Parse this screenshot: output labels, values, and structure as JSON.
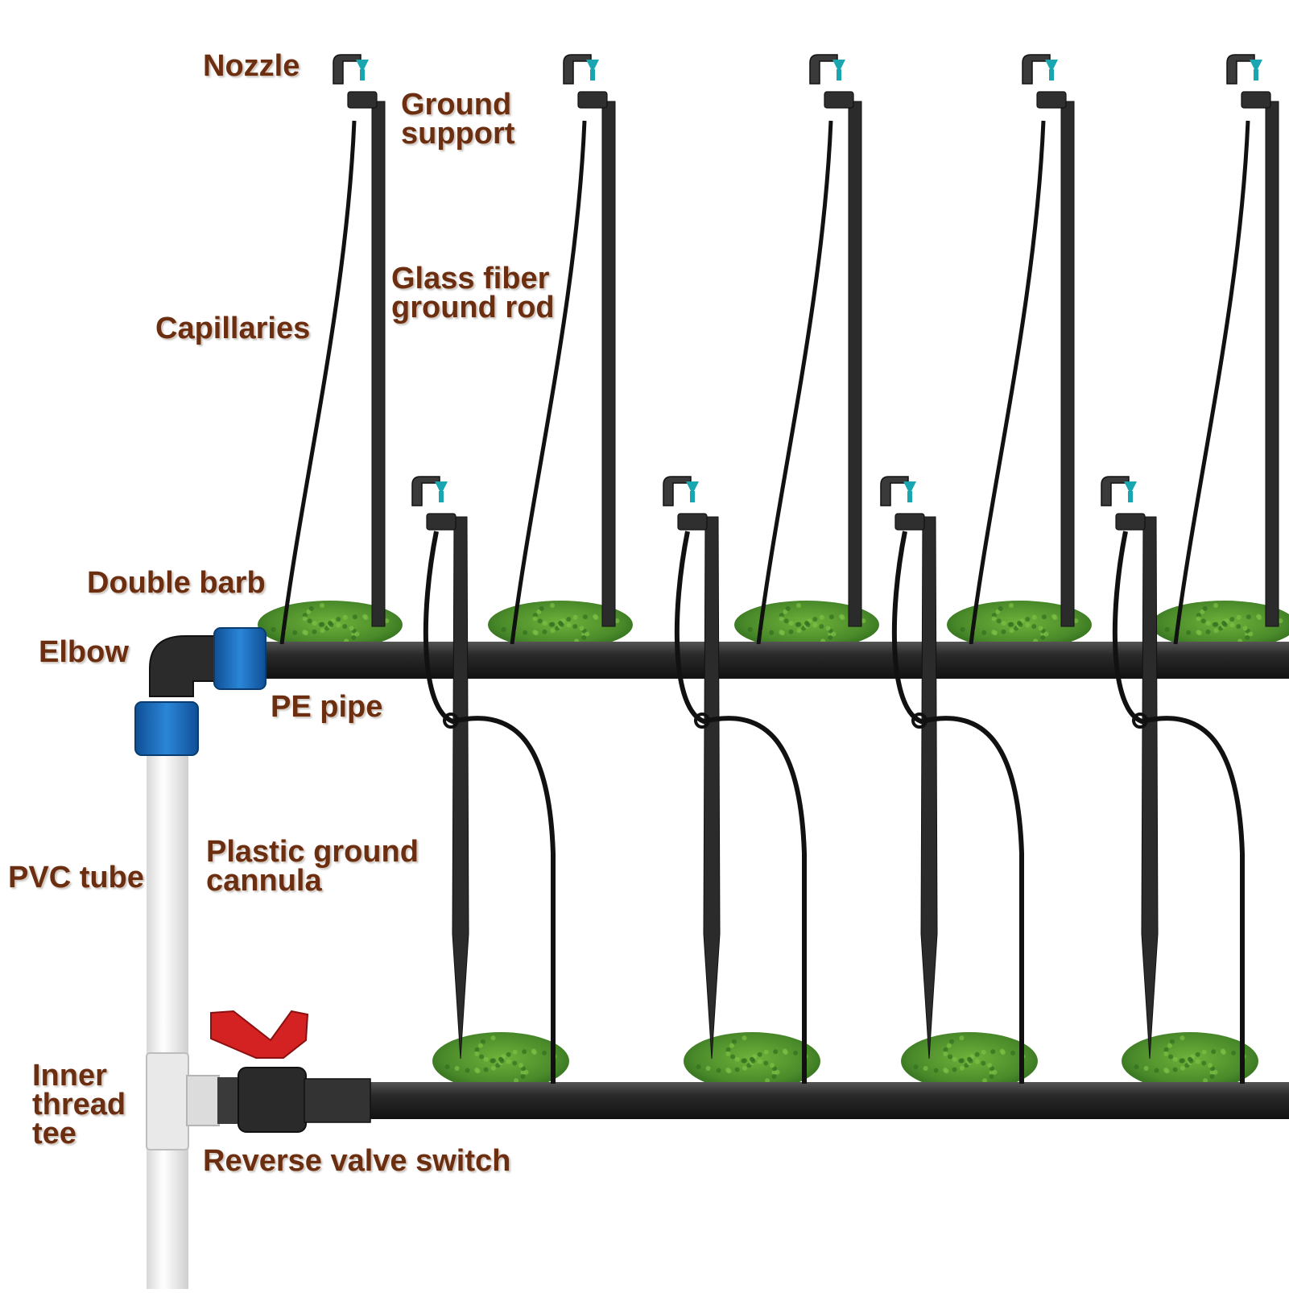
{
  "labels": {
    "nozzle": "Nozzle",
    "ground_support": "Ground\nsupport",
    "glass_fiber_rod": "Glass fiber\nground rod",
    "capillaries": "Capillaries",
    "double_barb": "Double barb",
    "elbow": "Elbow",
    "pe_pipe": "PE pipe",
    "pvc_tube": "PVC tube",
    "plastic_cannula": "Plastic ground\ncannula",
    "inner_tee": "Inner\nthread\ntee",
    "reverse_valve": "Reverse valve switch"
  },
  "colors": {
    "label_text": "#6b2e10",
    "pipe": "#2b2b2b",
    "grass": "#4a8a2a",
    "fitting_blue": "#1e6fc4",
    "valve_red": "#d42121",
    "pvc_white": "#f2f2f2",
    "nozzle_teal": "#1aa6b0"
  },
  "components": {
    "upper_sprinklers": 5,
    "lower_sprinklers": 4
  }
}
